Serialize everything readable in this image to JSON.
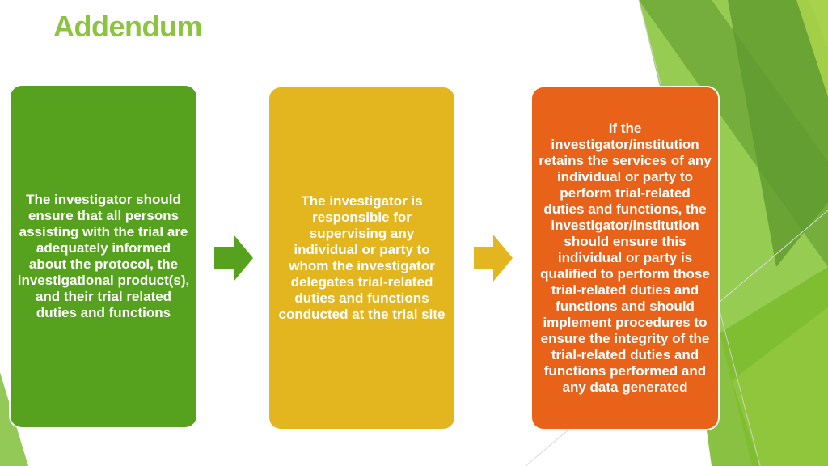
{
  "slide": {
    "title": "Addendum"
  },
  "colors": {
    "title": "#8dc43f",
    "box1": "#56a21f",
    "box2": "#e3b61f",
    "box3": "#e8621a",
    "deco_green_light": "#9ccc3c",
    "deco_green_dark": "#5e9a2e"
  },
  "boxes": [
    {
      "text": "The investigator should ensure that all persons assisting with the trial are adequately informed about the protocol, the investigational product(s), and their trial related duties and functions"
    },
    {
      "text": "The investigator is responsible for supervising any individual or party to whom the investigator delegates trial-related duties and functions conducted at the trial site"
    },
    {
      "text": "If the investigator/institution retains the services of any individual or party to perform trial-related duties and functions, the investigator/institution should ensure this individual or party is qualified to perform those trial-related duties and functions and should implement procedures to ensure the integrity of the trial-related duties and functions performed and any data generated"
    }
  ],
  "arrows": [
    {
      "icon": "arrow-right-icon",
      "color": "#56a21f"
    },
    {
      "icon": "arrow-right-icon",
      "color": "#e3b61f"
    }
  ]
}
